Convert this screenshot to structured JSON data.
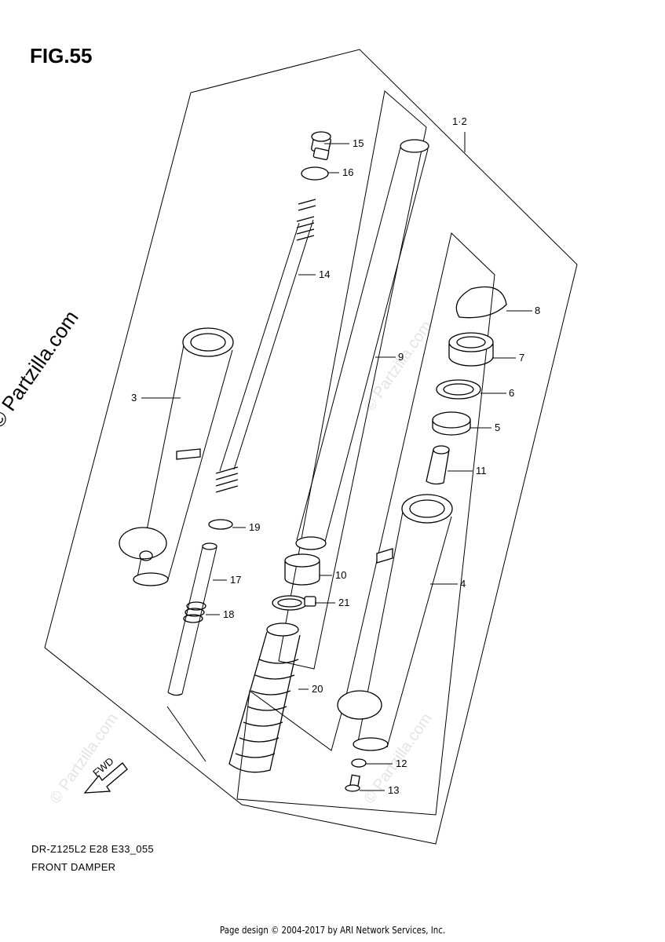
{
  "figure": {
    "label": "FIG.55",
    "model": "DR-Z125L2 E28 E33_055",
    "caption": "FRONT DAMPER",
    "footer": "Page design © 2004-2017 by ARI Network Services, Inc.",
    "watermark": "© Partzilla.com",
    "faint_watermark": "© Partzilla.com",
    "fwd_label": "FWD"
  },
  "callouts": [
    {
      "id": "1-2",
      "label": "1·2"
    },
    {
      "id": "3",
      "label": "3"
    },
    {
      "id": "4",
      "label": "4"
    },
    {
      "id": "5",
      "label": "5"
    },
    {
      "id": "6",
      "label": "6"
    },
    {
      "id": "7",
      "label": "7"
    },
    {
      "id": "8",
      "label": "8"
    },
    {
      "id": "9",
      "label": "9"
    },
    {
      "id": "10",
      "label": "10"
    },
    {
      "id": "11",
      "label": "11"
    },
    {
      "id": "12",
      "label": "12"
    },
    {
      "id": "13",
      "label": "13"
    },
    {
      "id": "14",
      "label": "14"
    },
    {
      "id": "15",
      "label": "15"
    },
    {
      "id": "16",
      "label": "16"
    },
    {
      "id": "17",
      "label": "17"
    },
    {
      "id": "18",
      "label": "18"
    },
    {
      "id": "19",
      "label": "19"
    },
    {
      "id": "20",
      "label": "20"
    },
    {
      "id": "21",
      "label": "21"
    }
  ]
}
